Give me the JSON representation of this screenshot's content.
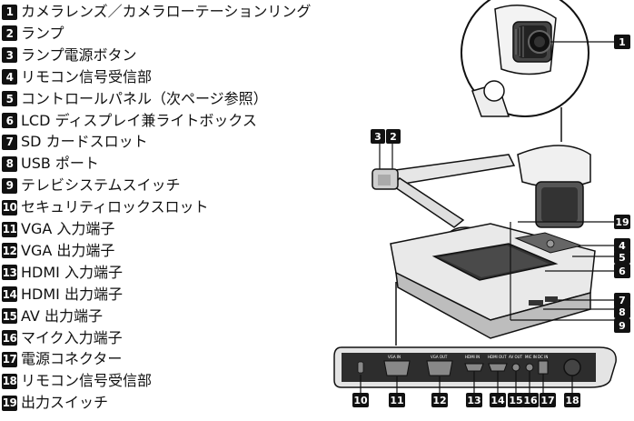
{
  "legend": [
    {
      "n": "1",
      "label": "カメラレンズ／カメラローテーションリング"
    },
    {
      "n": "2",
      "label": "ランプ"
    },
    {
      "n": "3",
      "label": "ランプ電源ボタン"
    },
    {
      "n": "4",
      "label": "リモコン信号受信部"
    },
    {
      "n": "5",
      "label": "コントロールパネル（次ページ参照）"
    },
    {
      "n": "6",
      "label": "LCD ディスプレイ兼ライトボックス"
    },
    {
      "n": "7",
      "label": "SD カードスロット"
    },
    {
      "n": "8",
      "label": "USB ポート"
    },
    {
      "n": "9",
      "label": "テレビシステムスイッチ"
    },
    {
      "n": "10",
      "label": "セキュリティロックスロット"
    },
    {
      "n": "11",
      "label": "VGA 入力端子"
    },
    {
      "n": "12",
      "label": "VGA 出力端子"
    },
    {
      "n": "13",
      "label": "HDMI 入力端子"
    },
    {
      "n": "14",
      "label": "HDMI 出力端子"
    },
    {
      "n": "15",
      "label": "AV 出力端子"
    },
    {
      "n": "16",
      "label": "マイク入力端子"
    },
    {
      "n": "17",
      "label": "電源コネクター"
    },
    {
      "n": "18",
      "label": "リモコン信号受信部"
    },
    {
      "n": "19",
      "label": "出力スイッチ"
    }
  ],
  "callouts": {
    "c1": "1",
    "c2": "2",
    "c3": "3",
    "c4": "4",
    "c5": "5",
    "c6": "6",
    "c7": "7",
    "c8": "8",
    "c9": "9",
    "c10": "10",
    "c11": "11",
    "c12": "12",
    "c13": "13",
    "c14": "14",
    "c15": "15",
    "c16": "16",
    "c17": "17",
    "c18": "18",
    "c19": "19"
  },
  "ports": {
    "vga_in": "VGA IN",
    "vga_out": "VGA OUT",
    "hdmi_in": "HDMI IN",
    "hdmi_out": "HDMI OUT",
    "av_out": "AV OUT",
    "mic_in": "MIC IN",
    "dc_in": "DC IN"
  }
}
